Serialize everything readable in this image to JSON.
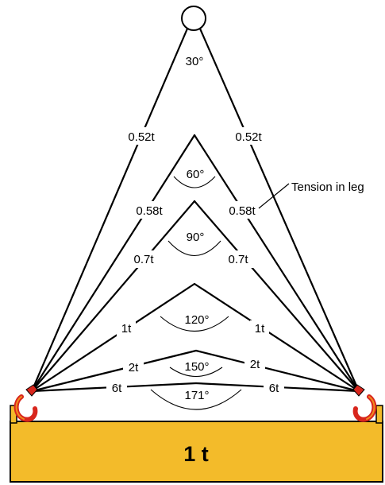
{
  "load_block": {
    "label": "1 t",
    "color": "#F3BB2A"
  },
  "annotation": {
    "label": "Tension in leg"
  },
  "configurations": [
    {
      "angle": "30°",
      "tension_left": "0.52t",
      "tension_right": "0.52t"
    },
    {
      "angle": "60°",
      "tension_left": "0.58t",
      "tension_right": "0.58t"
    },
    {
      "angle": "90°",
      "tension_left": "0.7t",
      "tension_right": "0.7t"
    },
    {
      "angle": "120°",
      "tension_left": "1t",
      "tension_right": "1t"
    },
    {
      "angle": "150°",
      "tension_left": "2t",
      "tension_right": "2t"
    },
    {
      "angle": "171°",
      "tension_left": "6t",
      "tension_right": "6t"
    }
  ],
  "colors": {
    "hook_red": "#D8261D",
    "hook_orange": "#F28C1E",
    "lift_ring": "#ffffff"
  },
  "icons": [
    "lift-ring-icon",
    "left-hook-icon",
    "right-hook-icon"
  ]
}
